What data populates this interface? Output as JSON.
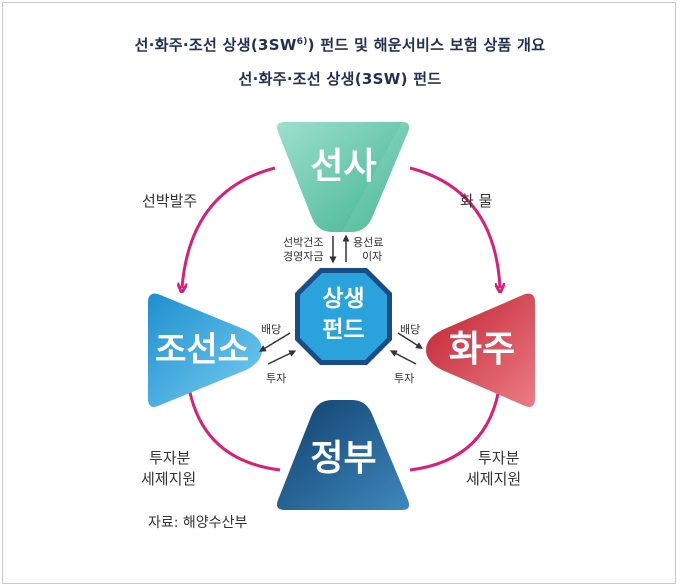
{
  "title": {
    "line1_pre": "선·화주·조선 상생(3SW",
    "line1_sup": "6)",
    "line1_post": ") 펀드 및 해운서비스 보험 상품 개요",
    "line2": "선·화주·조선 상생(3SW) 펀드"
  },
  "nodes": {
    "shipowner": "선사",
    "shipbuilder": "조선소",
    "shipper": "화주",
    "government": "정부",
    "fund_line1": "상생",
    "fund_line2": "펀드"
  },
  "flows": {
    "shipowner_to_shipbuilder": "선박발주",
    "shipowner_to_shipper": "화 물",
    "gov_to_shipbuilder_1": "투자분",
    "gov_to_shipbuilder_2": "세제지원",
    "gov_to_shipper_1": "투자분",
    "gov_to_shipper_2": "세제지원",
    "fund_to_owner_1": "선박건조",
    "fund_to_owner_2": "경영자금",
    "owner_to_fund_1": "용선료",
    "owner_to_fund_2": "이자",
    "left_dividend": "배당",
    "left_invest": "투자",
    "right_dividend": "배당",
    "right_invest": "투자"
  },
  "source": "자료: 해양수산부",
  "colors": {
    "title": "#1f2f55",
    "arrow": "#d8207a",
    "shipowner": "#5cc4a6",
    "shipbuilder": "#3aa7dc",
    "shipper": "#d83a4c",
    "government": "#1d5a8c",
    "fund": "#2aa3dc"
  }
}
